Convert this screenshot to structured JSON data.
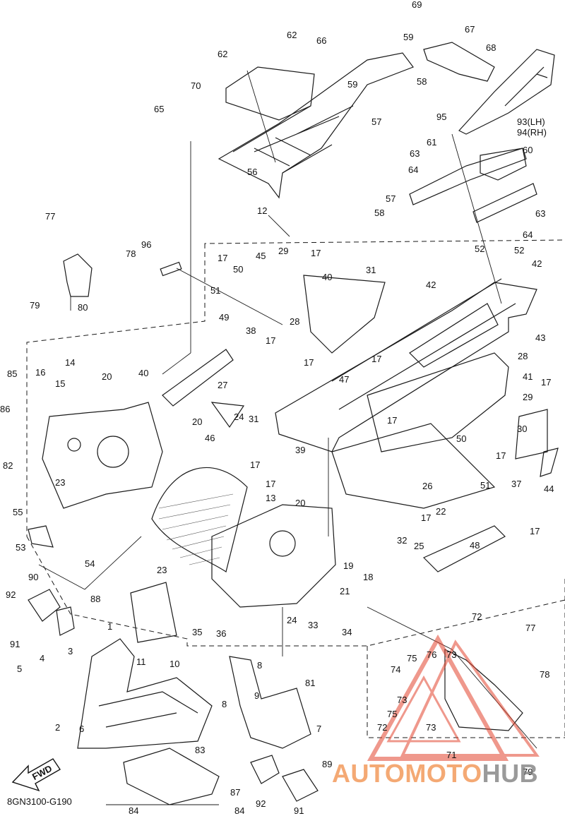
{
  "diagram_code": "8GN3100-G190",
  "fwd_label": "FWD",
  "watermark": {
    "part1": "AUTOMOTO",
    "part2": "HUB",
    "color_accent": "#f08c46",
    "color_gray": "#787878"
  },
  "side_labels": {
    "lh": "93(LH)",
    "rh": "94(RH)"
  },
  "callouts": [
    "1",
    "2",
    "3",
    "4",
    "5",
    "6",
    "7",
    "8",
    "8",
    "9",
    "10",
    "11",
    "12",
    "13",
    "14",
    "15",
    "16",
    "17",
    "17",
    "17",
    "17",
    "17",
    "17",
    "17",
    "17",
    "17",
    "17",
    "17",
    "17",
    "18",
    "19",
    "20",
    "20",
    "20",
    "21",
    "22",
    "23",
    "23",
    "24",
    "24",
    "25",
    "26",
    "27",
    "28",
    "28",
    "29",
    "29",
    "30",
    "31",
    "31",
    "32",
    "33",
    "34",
    "35",
    "36",
    "37",
    "38",
    "39",
    "40",
    "40",
    "41",
    "42",
    "42",
    "43",
    "44",
    "45",
    "46",
    "47",
    "48",
    "49",
    "50",
    "50",
    "51",
    "51",
    "52",
    "52",
    "53",
    "54",
    "55",
    "56",
    "57",
    "57",
    "58",
    "58",
    "59",
    "59",
    "60",
    "61",
    "62",
    "62",
    "63",
    "63",
    "64",
    "64",
    "65",
    "66",
    "67",
    "68",
    "69",
    "70",
    "71",
    "72",
    "72",
    "73",
    "73",
    "73",
    "74",
    "75",
    "75",
    "76",
    "77",
    "77",
    "78",
    "78",
    "79",
    "79",
    "80",
    "81",
    "82",
    "83",
    "84",
    "84",
    "85",
    "86",
    "87",
    "88",
    "89",
    "90",
    "91",
    "91",
    "92",
    "92",
    "95",
    "96"
  ]
}
